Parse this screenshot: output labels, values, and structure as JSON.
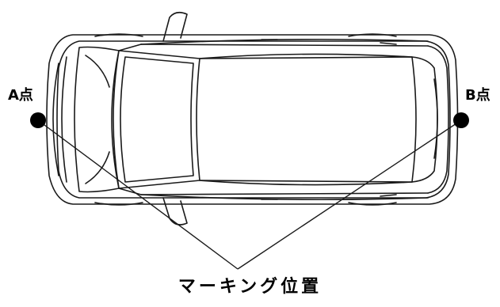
{
  "labels": {
    "point_a": "A点",
    "point_b": "B点",
    "caption": "マーキング位置"
  },
  "colors": {
    "line": "#1a1a1a",
    "marker": "#000000",
    "background": "#ffffff"
  }
}
